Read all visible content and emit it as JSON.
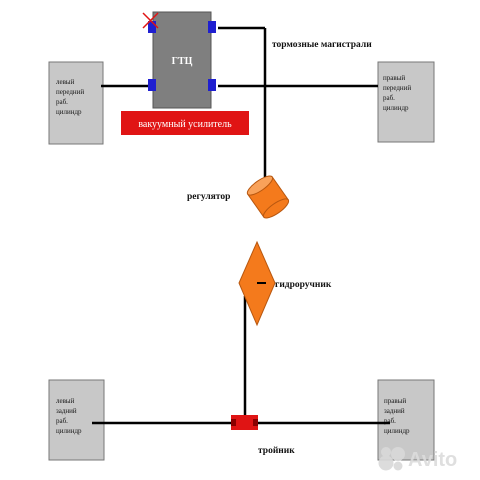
{
  "diagram": {
    "master_cylinder_label": "ГТЦ",
    "vacuum_booster_label": "вакуумный усилитель",
    "brake_lines_label": "тормозные магистрали",
    "regulator_label": "регулятор",
    "handbrake_label": "гидроручник",
    "tee_label": "тройник",
    "front_left_cylinder": [
      "левый",
      "передний",
      "раб.",
      "цилиндр"
    ],
    "front_right_cylinder": [
      "правый",
      "передний",
      "раб.",
      "цилиндр"
    ],
    "rear_left_cylinder": [
      "левый",
      "задний",
      "раб.",
      "цилиндр"
    ],
    "rear_right_cylinder": [
      "правый",
      "задний",
      "раб.",
      "цилиндр"
    ]
  },
  "watermark": {
    "text": "Avito",
    "icon": "avito-logo-icon"
  },
  "colors": {
    "line": "#000000",
    "master_cylinder": "#7f7f7f",
    "port": "#1f1fd0",
    "booster": "#e01414",
    "regulator": "#f47a1c",
    "wheel_box": "#c8c8c8",
    "tee": "#e01414"
  }
}
